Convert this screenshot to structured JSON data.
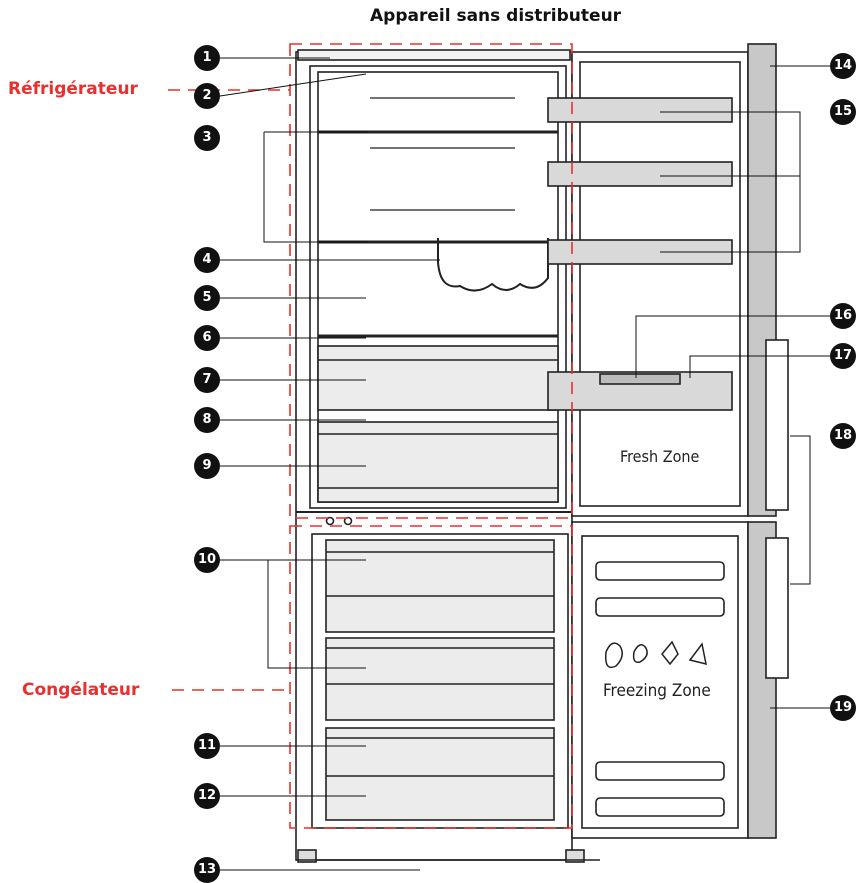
{
  "title": "Appareil sans distributeur",
  "zones": {
    "refrigerator": "Réfrigérateur",
    "freezer": "Congélateur"
  },
  "door_labels": {
    "fresh": "Fresh Zone",
    "freezing": "Freezing Zone"
  },
  "callouts": [
    "1",
    "2",
    "3",
    "4",
    "5",
    "6",
    "7",
    "8",
    "9",
    "10",
    "11",
    "12",
    "13",
    "14",
    "15",
    "16",
    "17",
    "18",
    "19"
  ],
  "colors": {
    "dashed_outline": "#e8312f",
    "callout_fill": "#111111",
    "body_line": "#222222",
    "drawer_fill": "#ececec",
    "door_shelf_fill": "#d9d9d9",
    "side_panel_fill": "#c8c8c8"
  }
}
